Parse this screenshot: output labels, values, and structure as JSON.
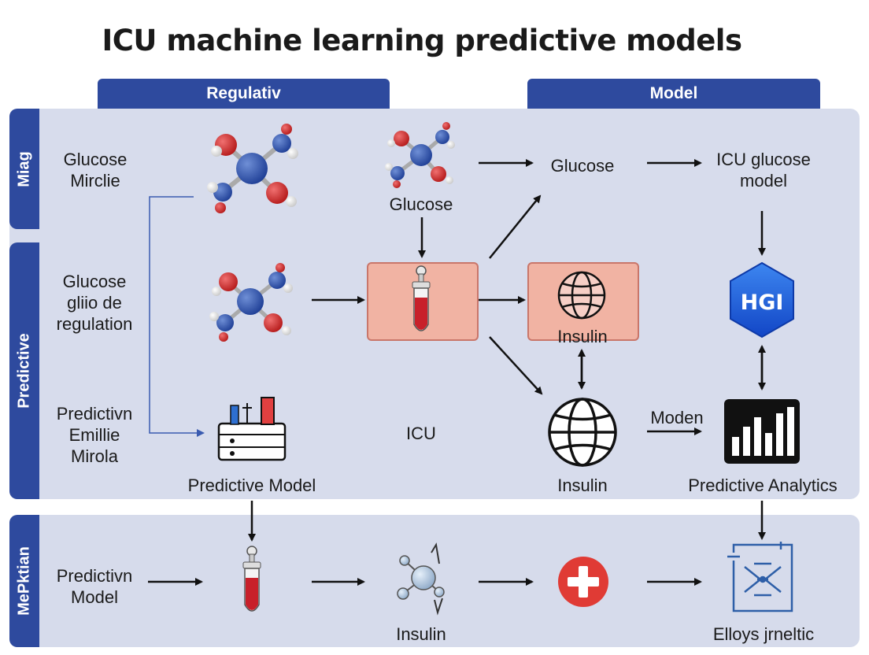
{
  "title": "ICU machine learning predictive models",
  "column_headers": {
    "left": "Regulativ",
    "right": "Model"
  },
  "side_tabs": {
    "top": "Miag",
    "middle": "Predictive",
    "bottom": "MePktian"
  },
  "row_labels": {
    "row1": [
      "Glucose",
      "Mirclie"
    ],
    "row2": [
      "Glucose",
      "gliio de",
      "regulation"
    ],
    "row3": [
      "Predictivn",
      "Emillie",
      "Mirola"
    ],
    "row4": [
      "Predictivn",
      "Model"
    ]
  },
  "node_labels": {
    "glucose_molecule": "Glucose",
    "glucose_top": "Glucose",
    "icu_glucose_model": [
      "ICU glucose",
      "model"
    ],
    "insulin_box": "Insulin",
    "icu": "ICU",
    "insulin_globe": "Insulin",
    "moden": "Moden",
    "predictive_model": "Predictive Model",
    "predictive_analytics": "Predictive Analytics",
    "insulin_bottom": "Insulin",
    "elloys": "Elloys jrneltic"
  },
  "hexagon_text": "HGI",
  "colors": {
    "brand_blue": "#2e4a9e",
    "panel_bg": "#d7dcec",
    "node_fill": "#f1b3a3",
    "tube_red": "#c8202a",
    "cross_red": "#e03b35"
  }
}
